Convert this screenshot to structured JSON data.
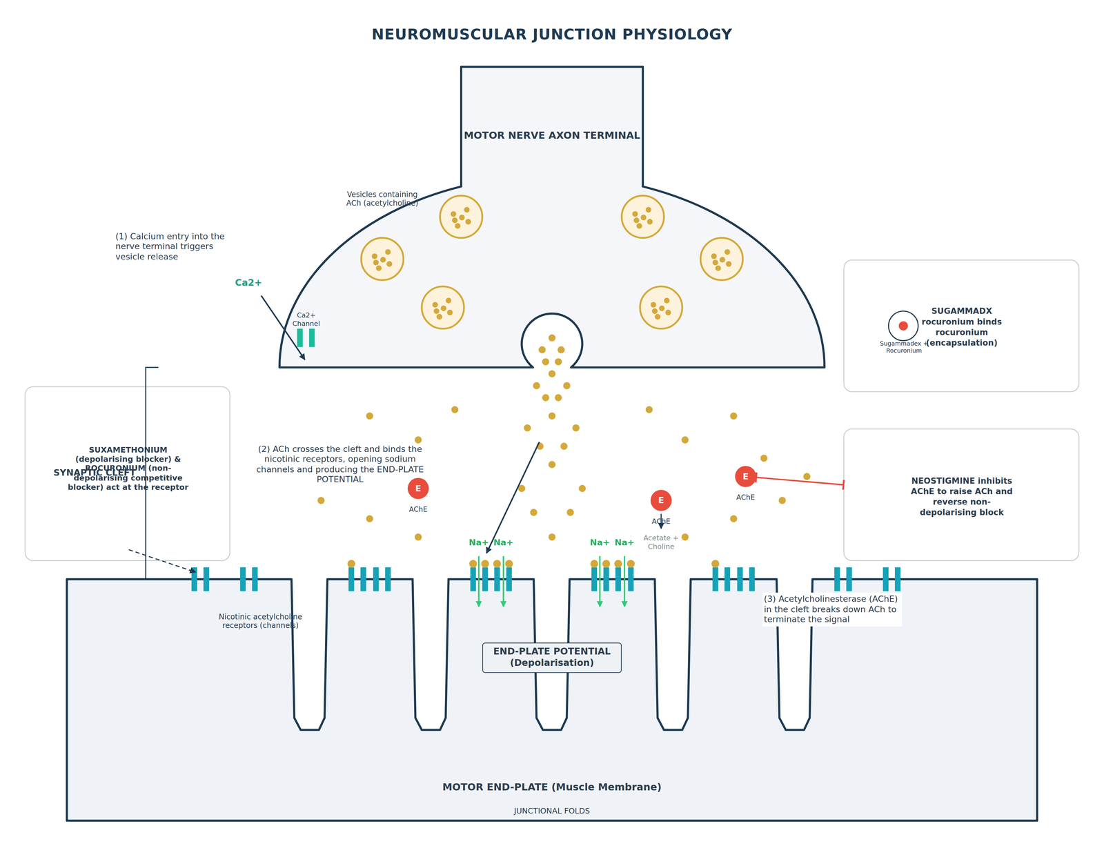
{
  "diagram": {
    "title": "NEUROMUSCULAR JUNCTION PHYSIOLOGY",
    "nodes": [
      {
        "text": [
          "MOTOR NERVE AXON TERMINAL"
        ]
      },
      {
        "text": [
          "SUGAMMADX rocuronium binds rocuronium (encapsulation)"
        ]
      },
      {
        "text": [
          "SUXAMETHONIUM (depolarising blocker) & ROCURONIUM (non-depolarising competitive blocker) act at the receptor"
        ]
      },
      {
        "text": [
          "E",
          "AChE"
        ]
      },
      {
        "text": [
          "E",
          "AChE"
        ]
      },
      {
        "text": [
          "E",
          "AChE"
        ]
      },
      {
        "text": [
          "NEOSTIGMINE inhibits AChE to raise ACh and reverse non-depolarising block"
        ]
      },
      {
        "text": [
          "MOTOR END-PLATE (Muscle Membrane)",
          "JUNCTIONAL FOLDS"
        ]
      },
      {
        "text": [
          "END-PLATE POTENTIAL (Depolarisation)"
        ],
        "in": 7
      }
    ],
    "edges": [
      {
        "from": 6,
        "to": 5,
        "arrow": "both"
      }
    ],
    "labels": [
      "(1) Calcium entry into the nerve terminal triggers vesicle release",
      "Ca2+",
      "Vesicles containing ACh (acetylcholine)",
      "Ca2+ Channel",
      "Sugammadex + Rocuronium",
      "SYNAPTIC CLEFT",
      "(2) ACh crosses the cleft and binds the nicotinic receptors, opening sodium channels and producing the END-PLATE POTENTIAL",
      "Na+",
      "Na+",
      "Na+",
      "Na+",
      "Acetate + Choline",
      "Nicotinic acetylcholine receptors (channels)",
      "(3) Acetylcholinesterase (AChE) in the cleft breaks down ACh to terminate the signal"
    ]
  }
}
